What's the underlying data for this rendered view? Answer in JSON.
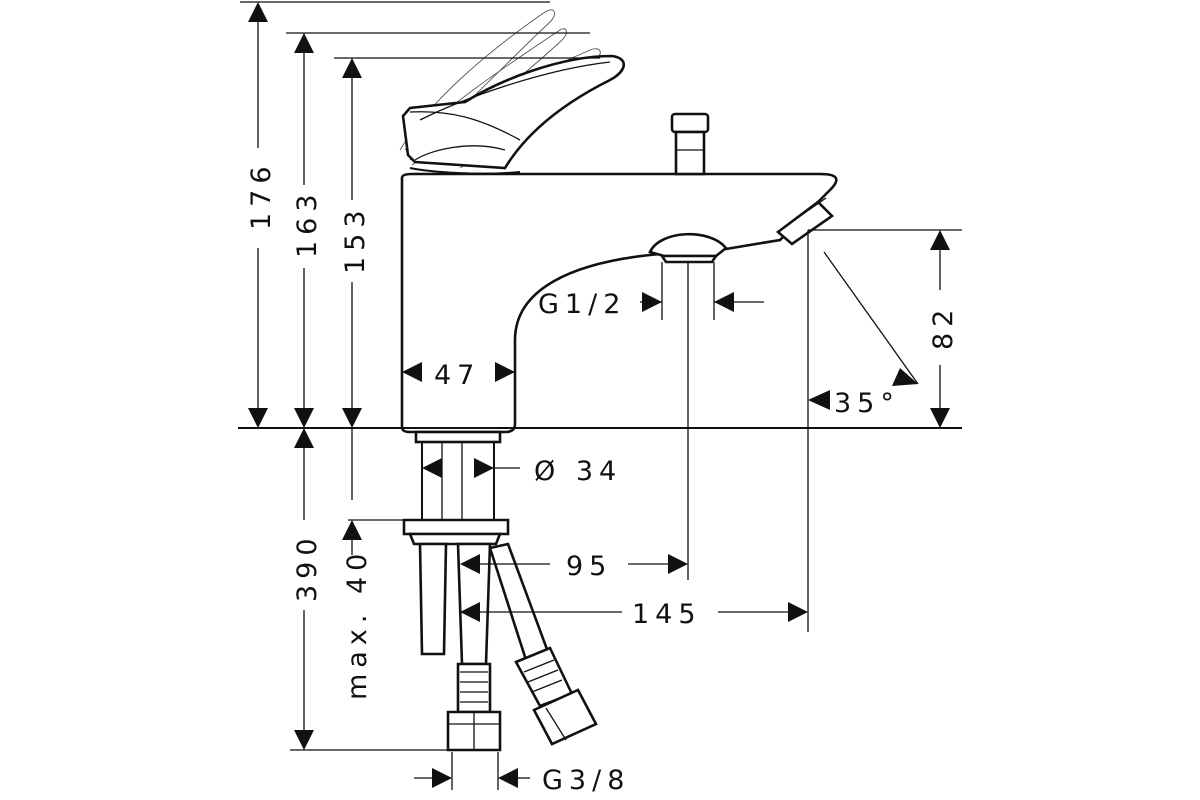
{
  "dimensions": {
    "overall_height_lever_open": "176",
    "height_lever_mid": "163",
    "height_lever_closed": "153",
    "body_width": "47",
    "thread_outlet": "G1/2",
    "spout_height": "82",
    "spout_angle": "35°",
    "shank_diameter": "Ø 34",
    "hose_length": "390",
    "max_deck_thickness": "max. 40",
    "outlet_reach": "95",
    "spout_reach": "145",
    "hose_thread": "G3/8"
  }
}
